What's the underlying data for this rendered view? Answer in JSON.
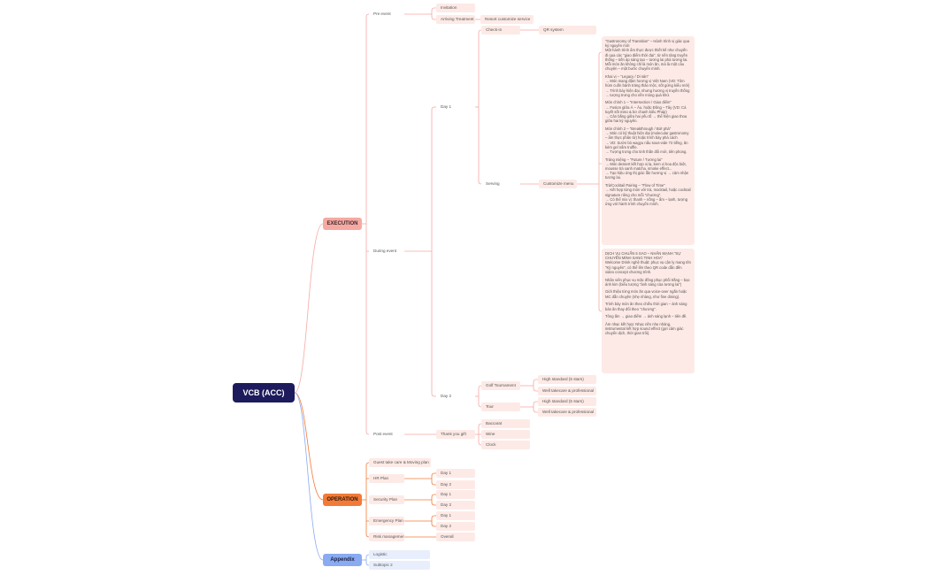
{
  "colors": {
    "root": "#1d1b5c",
    "execution": "#f6a9a3",
    "operation": "#f37a36",
    "appendix": "#8aaaf2",
    "node_light": "#fdeae6",
    "node_blue": "#e8eefb"
  },
  "root": {
    "label": "VCB (ACC)"
  },
  "execution": {
    "label": "EXECUTION",
    "pre_event": {
      "label": "Pre event",
      "invitation": "Invitation",
      "arriving": "Arriving Treatment",
      "resort_service": "Resort customize service"
    },
    "during_event": {
      "label": "During event",
      "day1": {
        "label": "Day 1",
        "checkin": "Check-in",
        "qr": "QR system",
        "serving": "Serving",
        "menu": "Customize menu",
        "menu_notes": [
          "\"Gastronomy of Transition\" – Hành trình vị giác qua kỷ nguyên mới\nMột hành trình ẩm thực được thiết kế như chuyến đi qua các \"giao điểm thời đại\", từ nền tảng truyền thống – tiến áp sáng tạo – tương lai phá tương lai.\nMỗi món ăn không chỉ là món ăn, mà là một câu chuyện – một bước chuyển mình.",
          "Khai vị – \"Legacy / Di sản\"\n→ Món mang đậm hương vị Việt Nam (VD: Tôm hùm cuốn bánh tráng thảo mộc, sốt gừng kiểu mới)\n→ Trình bày hiện đại, nhưng hương vị truyền thống → tượng trưng cho nền móng quá khứ.",
          "Món chính 1 – \"Intersection / Giao điểm\"\n→ Fusion giữa Á – Âu, hoặc Đông – Tây (VD: Cá tuyết sốt miso & bơ chanh kiểu Pháp)\n→ Cân bằng giữa hai yếu tố → thể hiện giao thoa giữa hai kỷ nguyên.",
          "Món chính 2 – \"Breakthrough / Bứt phá\"\n→ Món có kỹ thuật hiện đại (molecular gastronomy – ẩm thực phân tử) hoặc trình bày phá cách\n→ VD: Sườn bò wagyu nấu sous-vide 72 tiếng, ăn kèm gel nấm truffle.\n→ Tượng trưng cho tinh thần đổi mới, tiên phong.",
          "Tráng miệng – \"Future / Tương lai\"\n→ Món dessert kết hợp vị lạ, kem vị hoa độc biệt, mousse trà xanh matcha, smoke effect...\n→ Tạo hiệu ứng thị giác lẫn hương vị → cảm nhận tương lai.",
          "Trà/Cocktail Pairing – \"Flow of Time\"\n→ Kết hợp từng món với trà, mocktail, hoặc cocktail signature riêng cho mỗi \"chương\".\n→ Có thể mix vị: thanh – nồng – ấm – lạnh, tượng ứng với hành trình chuyển mình."
        ],
        "service_notes": [
          "DỊCH VỤ CHUẨN 5 SAO – NHẤN MẠNH \"SỰ CHUYỂN MÌNH SANG TINH HOA\"\nWelcome Drink nghệ thuật: phục vụ cận ly mang tên \"Kỷ nguyên\", có thể lên theo QR code dẫn đến video concept chương trình.",
          "Nhân viên phục vụ mặc đồng phục phối trắng – bạc ánh kim (biểu tượng \"ánh sáng của tương lai\")",
          "Giới thiệu từng món ăn qua voice-over ngắn hoặc MC dẫn chuyện (nhẹ nhàng, như fine dining).",
          "Trình bày món ăn theo chiều thời gian – ánh sáng bàn ăn thay đổi theo \"chương\".",
          "Tông ấm → giao điểm → ánh sáng lạnh – tiên đề.",
          "Âm nhạc kết hợp: Nhạc nền nhẹ nhàng, instrumental kết hợp sound effect (gợi cảm giác chuyển dịch, thời gian trôi)."
        ]
      },
      "day2": {
        "label": "Day 2",
        "golf": "Golf Tournament",
        "golf_std": "High standard (5 stars)",
        "golf_care": "Well takecare & professional",
        "tour": "Tour",
        "tour_std": "High standard (5 stars)",
        "tour_care": "Well takecare & professional"
      }
    },
    "post_event": {
      "label": "Post event",
      "gift": "Thank you gift",
      "gifts": [
        "Baccarat",
        "Wine",
        "Clock"
      ]
    }
  },
  "operation": {
    "label": "OPERATION",
    "guest": "Guest take care & Moving plan",
    "hr": {
      "label": "HR Plan",
      "day1": "Day 1",
      "day2": "Day 2"
    },
    "security": {
      "label": "Security Plan",
      "day1": "Day 1",
      "day2": "Day 2"
    },
    "emergency": {
      "label": "Emergency Plan",
      "day1": "Day 1",
      "day2": "Day 2"
    },
    "risk": {
      "label": "Risk management",
      "overall": "Overall"
    }
  },
  "appendix": {
    "label": "Appendix",
    "logistic": "Logistic",
    "subtopic": "Subtopic 2"
  }
}
